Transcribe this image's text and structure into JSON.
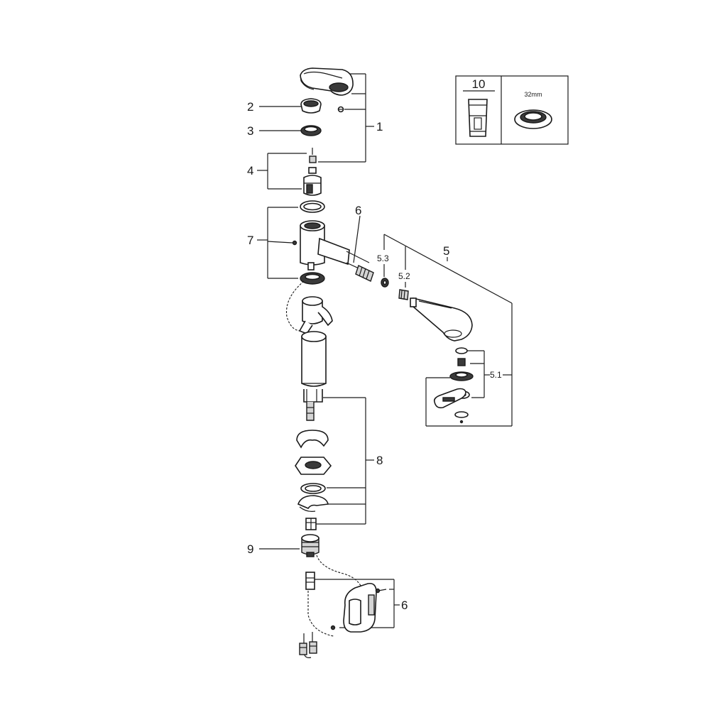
{
  "callouts": {
    "c1": "1",
    "c2": "2",
    "c3": "3",
    "c4": "4",
    "c5": "5",
    "c5_1": "5.1",
    "c5_2": "5.2",
    "c5_3": "5.3",
    "c6_top": "6",
    "c6_bottom": "6",
    "c7": "7",
    "c8": "8",
    "c9": "9"
  },
  "inset": {
    "part_number": "10",
    "dimension": "32mm"
  }
}
